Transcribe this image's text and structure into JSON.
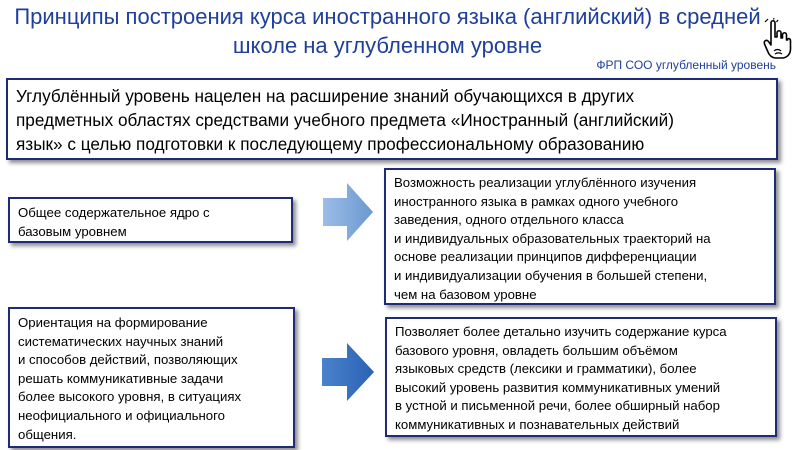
{
  "header": {
    "title_lines": [
      "Принципы построения курса иностранного языка (английский) в средней",
      "школе  на углубленном уровне"
    ],
    "subtitle": "ФРП СОО углубленный уровень",
    "icon": "pointing-hand-icon"
  },
  "main_statement": {
    "lines": [
      "Углублённый уровень нацелен на расширение знаний обучающихся в  других",
      "предметных областях средствами учебного предмета «Иностранный (английский)",
      "язык» с целью подготовки к  последующему профессиональному образованию"
    ]
  },
  "rows": [
    {
      "left_lines": [
        "Общее содержательное ядро с",
        "базовым уровнем"
      ],
      "right_lines": [
        "Возможность реализации углублённого изучения",
        "иностранного языка в рамках одного учебного",
        "заведения, одного отдельного класса",
        "и  индивидуальных образовательных траекторий на",
        "основе реализации принципов дифференциации",
        "и  индивидуализации обучения в  большей степени,",
        "чем на базовом уровне"
      ]
    },
    {
      "left_lines": [
        "Ориентация на формирование",
        "систематических научных знаний",
        "и  способов действий, позволяющих",
        "решать коммуникативные задачи",
        "более высокого уровня, в  ситуациях",
        "неофициального и  официального",
        "общения."
      ],
      "right_lines": [
        "Позволяет более детально изучить содержание курса",
        "базового уровня, овладеть большим объёмом",
        "языковых средств (лексики и  грамматики), более",
        "высокий уровень развития коммуникативных умений",
        "в  устной и  письменной речи,  более обширный набор",
        "коммуникативных и познавательных действий"
      ]
    }
  ],
  "colors": {
    "title": "#1f3f9a",
    "box_border": "#1f2a78",
    "arrow_light": "#7aa6d8",
    "arrow_dark": "#2f6cc0"
  }
}
